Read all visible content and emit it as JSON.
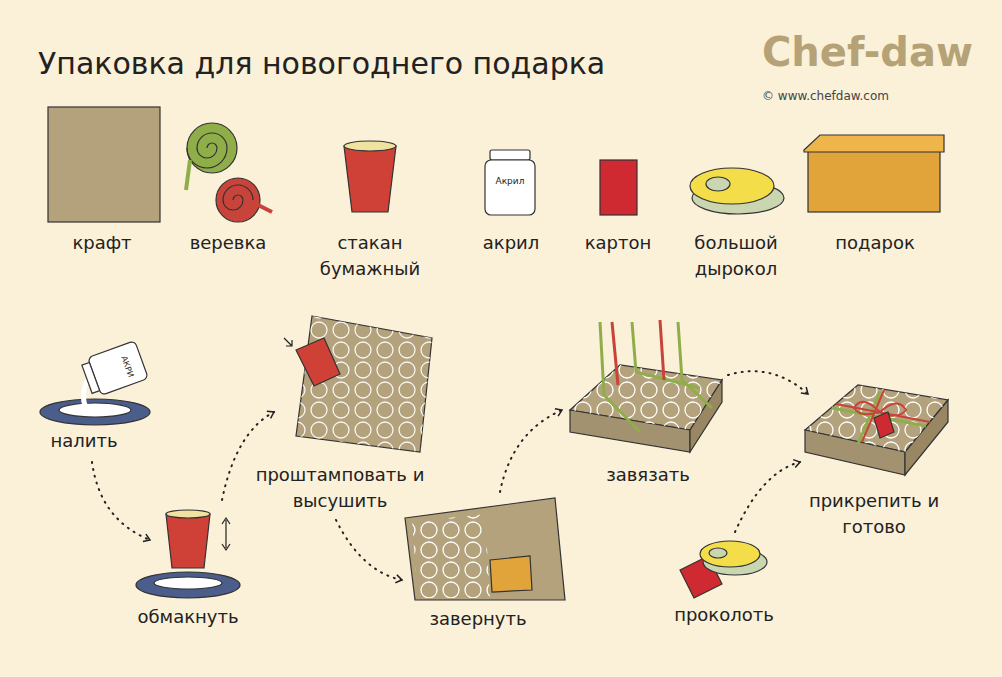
{
  "diagram": {
    "title": "Упаковка для новогоднего подарка",
    "labels": [
      "Chef-daw",
      "© www.chefdaw.com",
      "крафт",
      "веревка",
      "стакан бумажный",
      "акрил",
      "Акрил",
      "картон",
      "большой дырокол",
      "подарок",
      "налить",
      "АКРИ",
      "обмакнуть",
      "проштамповать и высушить",
      "завернуть",
      "завязать",
      "прикрепить и готово",
      "проколоть"
    ]
  }
}
